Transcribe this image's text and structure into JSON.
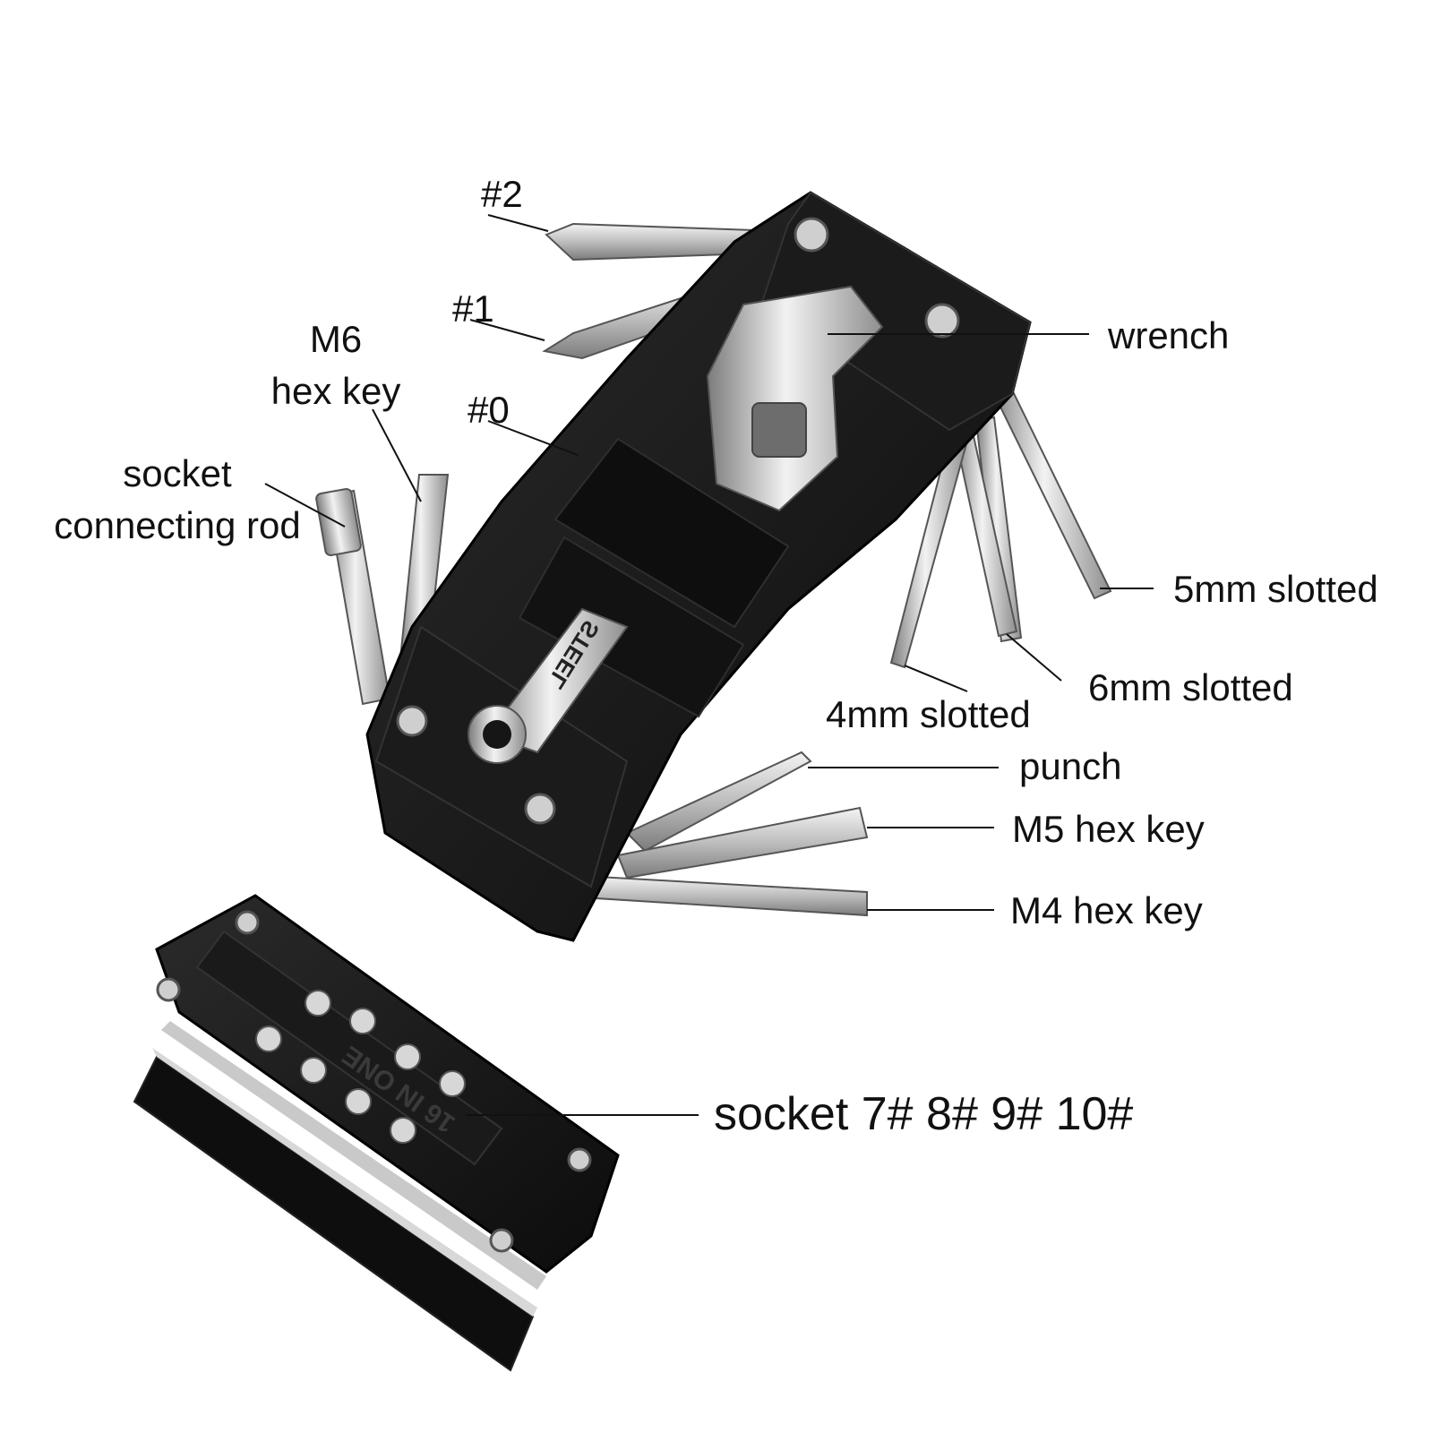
{
  "labels": {
    "ph2": "#2",
    "ph1": "#1",
    "ph0": "#0",
    "m6_line1": "M6",
    "m6_line2": "hex key",
    "socket_rod_line1": "socket",
    "socket_rod_line2": "connecting rod",
    "wrench": "wrench",
    "slot5": "5mm slotted",
    "slot6": "6mm slotted",
    "slot4": "4mm slotted",
    "punch": "punch",
    "m5": "M5 hex key",
    "m4": "M4 hex key",
    "sockets": "socket 7# 8# 9# 10#"
  },
  "tool_markings": {
    "steel": "STEEL",
    "brand": "16 IN ONE"
  },
  "colors": {
    "body": "#141414",
    "body_edge": "#2a2a2a",
    "steel_light": "#e6e6e6",
    "steel_dark": "#8a8a8a",
    "leader": "#111111",
    "text": "#111111"
  }
}
